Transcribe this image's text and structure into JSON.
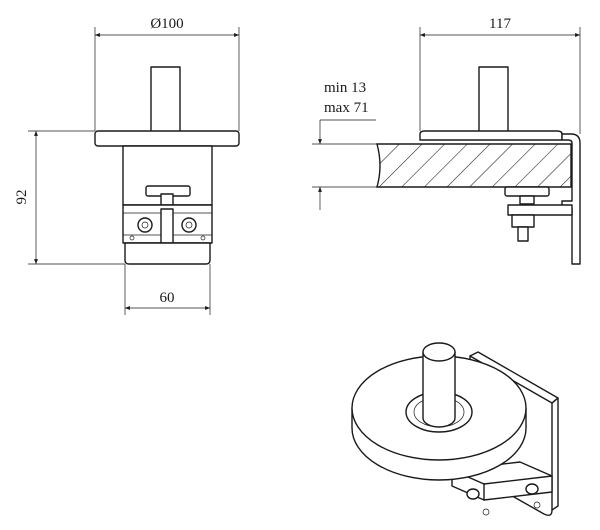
{
  "dimensions": {
    "top_diameter": "Ø100",
    "side_width": "117",
    "height": "92",
    "base_width": "60",
    "clamp_min": "min 13",
    "clamp_max": "max 71"
  },
  "colors": {
    "line": "#1a1a1a",
    "background": "#ffffff"
  }
}
